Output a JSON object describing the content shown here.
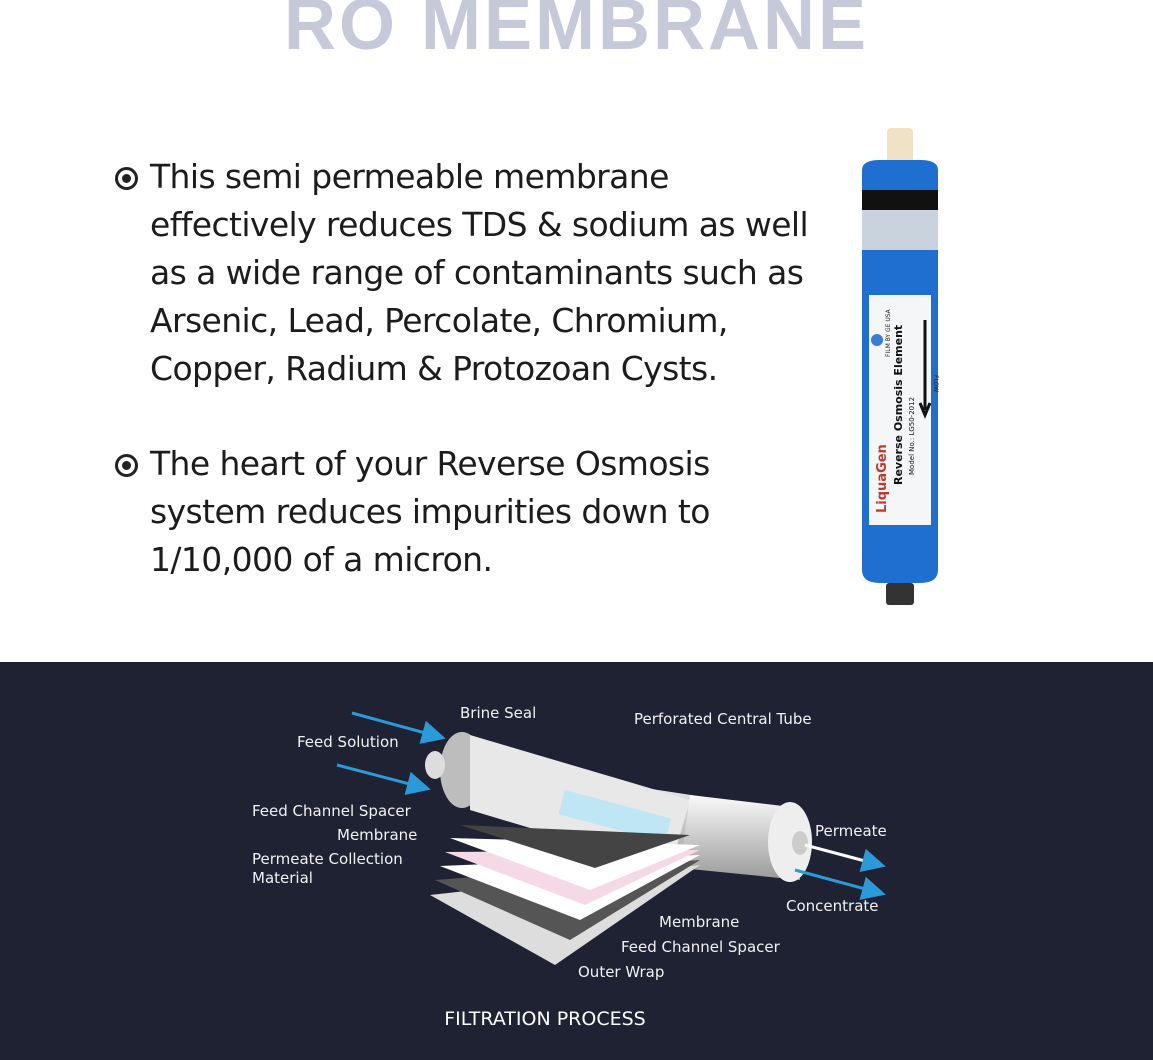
{
  "title": "RO MEMBRANE",
  "bullets": [
    "This semi permeable membrane effectively reduces TDS & sodium as well as a wide range of contaminants such as Arsenic, Lead, Percolate, Chromium, Copper, Radium & Protozoan Cysts.",
    "The heart of your Reverse Osmosis system reduces impurities down to 1/10,000 of a micron."
  ],
  "product": {
    "brand": "LiquaGen",
    "label": "Reverse Osmosis Element",
    "model": "Model No.: LG50-2012",
    "film": "FILM BY GE USA",
    "flow": "FLOW",
    "color": "#1f6fd0"
  },
  "diagram": {
    "labels": {
      "brine_seal": "Brine Seal",
      "feed_solution": "Feed Solution",
      "perforated_tube": "Perforated Central Tube",
      "feed_spacer_1": "Feed Channel Spacer",
      "membrane_1": "Membrane",
      "permeate_collection": "Permeate Collection\nMaterial",
      "permeate": "Permeate",
      "concentrate": "Concentrate",
      "membrane_2": "Membrane",
      "feed_spacer_2": "Feed Channel Spacer",
      "outer_wrap": "Outer Wrap"
    },
    "caption": "FILTRATION PROCESS",
    "background": "#1e2233",
    "arrow_color": "#2a9ad8"
  }
}
